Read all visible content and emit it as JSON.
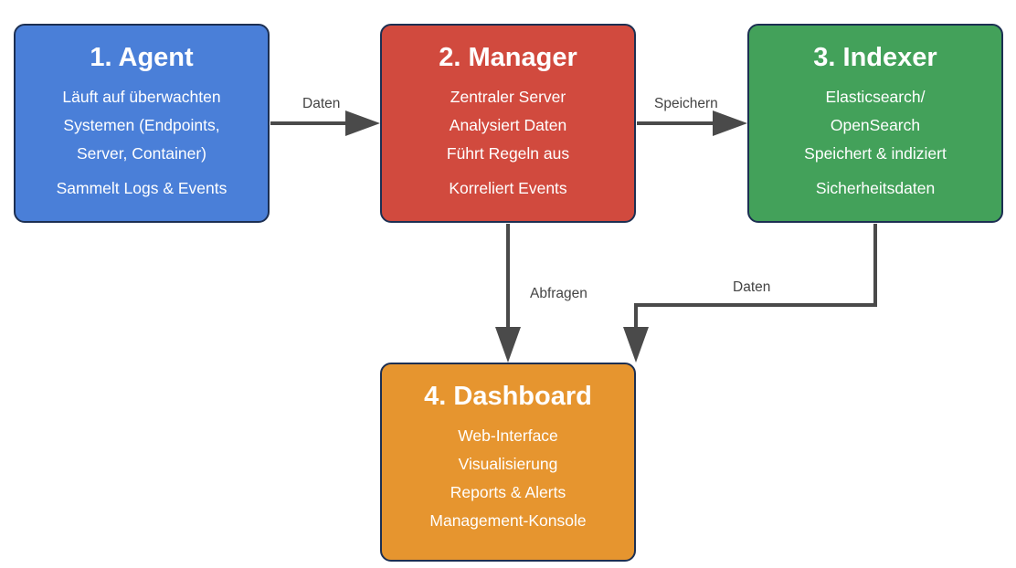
{
  "colors": {
    "agent": "#4a7fd8",
    "manager": "#d14a3e",
    "indexer": "#43a15a",
    "dashboard": "#e6952f",
    "border": "#1c2f52",
    "arrow": "#4a4a4a"
  },
  "nodes": {
    "agent": {
      "title": "1. Agent",
      "lines": [
        "Läuft auf überwachten",
        "Systemen (Endpoints,",
        "Server, Container)",
        "Sammelt Logs & Events"
      ]
    },
    "manager": {
      "title": "2. Manager",
      "lines": [
        "Zentraler Server",
        "Analysiert Daten",
        "Führt Regeln aus",
        "Korreliert Events"
      ]
    },
    "indexer": {
      "title": "3. Indexer",
      "lines": [
        "Elasticsearch/",
        "OpenSearch",
        "Speichert & indiziert",
        "Sicherheitsdaten"
      ]
    },
    "dashboard": {
      "title": "4. Dashboard",
      "lines": [
        "Web-Interface",
        "Visualisierung",
        "Reports & Alerts",
        "Management-Konsole"
      ]
    }
  },
  "edges": {
    "agent_manager": "Daten",
    "manager_indexer": "Speichern",
    "manager_dashboard": "Abfragen",
    "indexer_dashboard": "Daten"
  }
}
